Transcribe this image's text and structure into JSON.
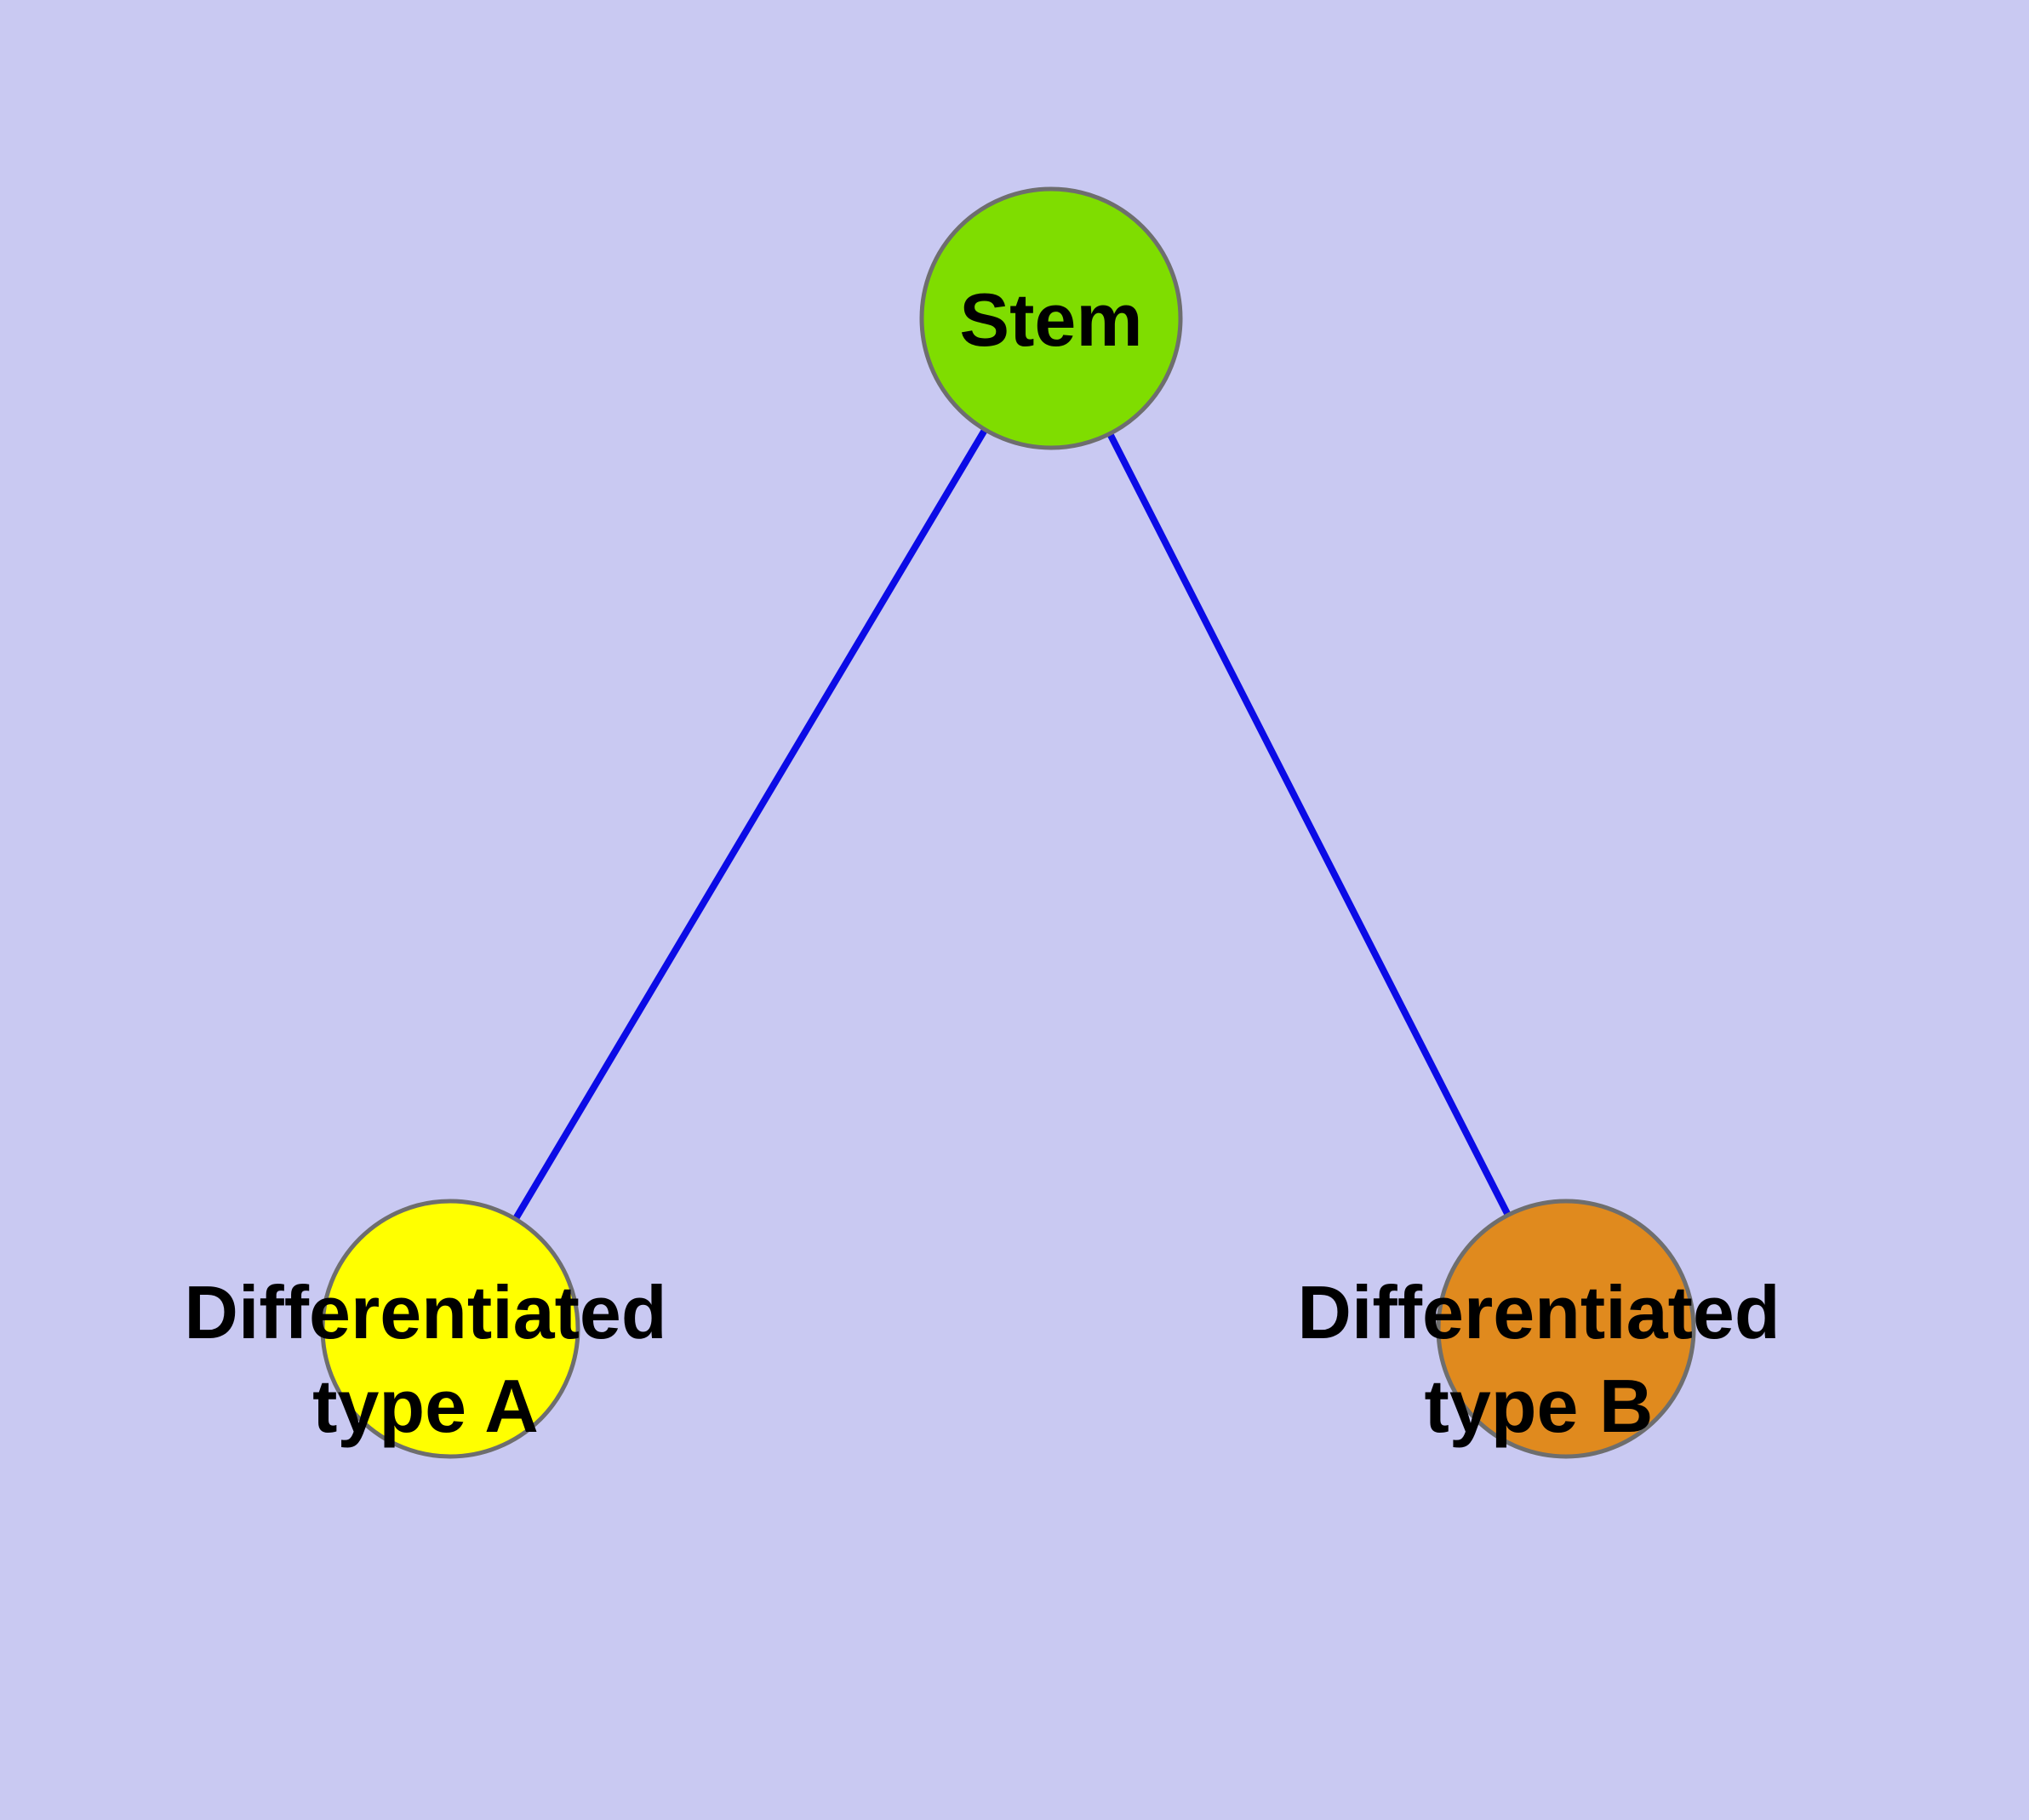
{
  "diagram": {
    "type": "node-link-graph",
    "background_color": "#c9c9f2",
    "edge_color": "#0b0be6",
    "node_border_color": "#6e6e6e",
    "text_color": "#000000",
    "nodes": {
      "stem": {
        "label": "Stem",
        "color": "#7fdd00"
      },
      "type_a": {
        "label": "Differentiated type A",
        "label_line1": "Differentiated",
        "label_line2": "type A",
        "color": "#ffff00"
      },
      "type_b": {
        "label": "Differentiated type B",
        "label_line1": "Differentiated",
        "label_line2": "type B",
        "color": "#e08a1e"
      }
    },
    "edges": [
      {
        "from": "Stem",
        "to": "Differentiated type A"
      },
      {
        "from": "Stem",
        "to": "Differentiated type B"
      }
    ]
  }
}
